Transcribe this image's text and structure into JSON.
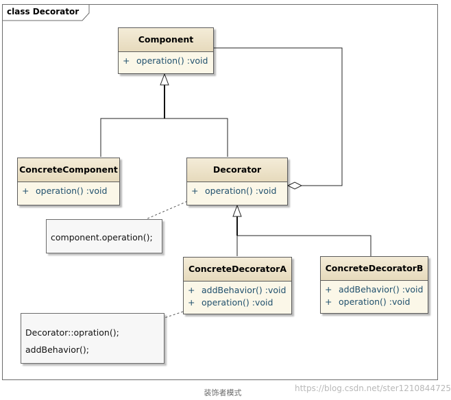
{
  "frame": {
    "title": "class Decorator"
  },
  "classes": {
    "component": {
      "name": "Component",
      "ops": [
        {
          "vis": "+",
          "text": "operation()  :void"
        }
      ]
    },
    "concrete_component": {
      "name": "ConcreteComponent",
      "ops": [
        {
          "vis": "+",
          "text": "operation()  :void"
        }
      ]
    },
    "decorator": {
      "name": "Decorator",
      "ops": [
        {
          "vis": "+",
          "text": "operation()  :void"
        }
      ]
    },
    "concrete_decorator_a": {
      "name": "ConcreteDecoratorA",
      "ops": [
        {
          "vis": "+",
          "text": "addBehavior()  :void"
        },
        {
          "vis": "+",
          "text": "operation()  :void"
        }
      ]
    },
    "concrete_decorator_b": {
      "name": "ConcreteDecoratorB",
      "ops": [
        {
          "vis": "+",
          "text": "addBehavior()  :void"
        },
        {
          "vis": "+",
          "text": "operation()  :void"
        }
      ]
    }
  },
  "notes": {
    "decorator_note": {
      "lines": [
        "component.operation();"
      ]
    },
    "decorator_a_note": {
      "lines": [
        "Decorator::opration();",
        "addBehavior();"
      ]
    }
  },
  "caption": "装饰者模式",
  "watermark": "https://blog.csdn.net/ster1210844725",
  "colors": {
    "class_fill": "#fbf7e8",
    "header_fill": "#ebe2c8",
    "operation_text": "#1f4f6c",
    "border": "#5a5a5a"
  }
}
